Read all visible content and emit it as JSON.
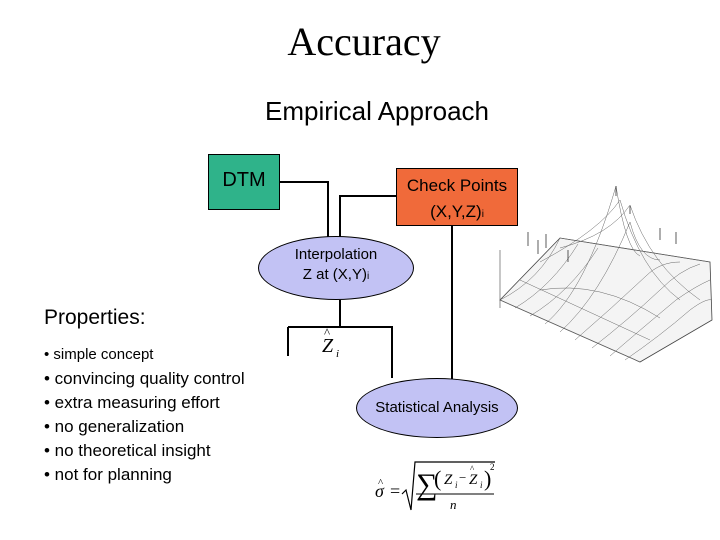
{
  "title": "Accuracy",
  "subtitle": "Empirical Approach",
  "dtm_label": "DTM",
  "check_points": {
    "line1": "Check Points",
    "line2": "(X,Y,Z)",
    "sub": "i"
  },
  "interpolation": {
    "line1": "Interpolation",
    "line2": "Z at (X,Y)",
    "sub": "i"
  },
  "zhat": {
    "symbol": "Z",
    "sub": "i"
  },
  "statistical_analysis": "Statistical Analysis",
  "formula": {
    "sigma": "σ",
    "equals": "=",
    "sum": "∑",
    "n": "n",
    "z": "Z",
    "i": "i",
    "exp": "2"
  },
  "properties": {
    "heading": "Properties:",
    "items": [
      "• simple concept",
      "• convincing quality control",
      "• extra measuring effort",
      "• no generalization",
      "• no theoretical insight",
      "• not for planning"
    ]
  },
  "colors": {
    "dtm": "#2fb38a",
    "check_points": "#f06a3a",
    "ellipse": "#c2c2f4"
  }
}
